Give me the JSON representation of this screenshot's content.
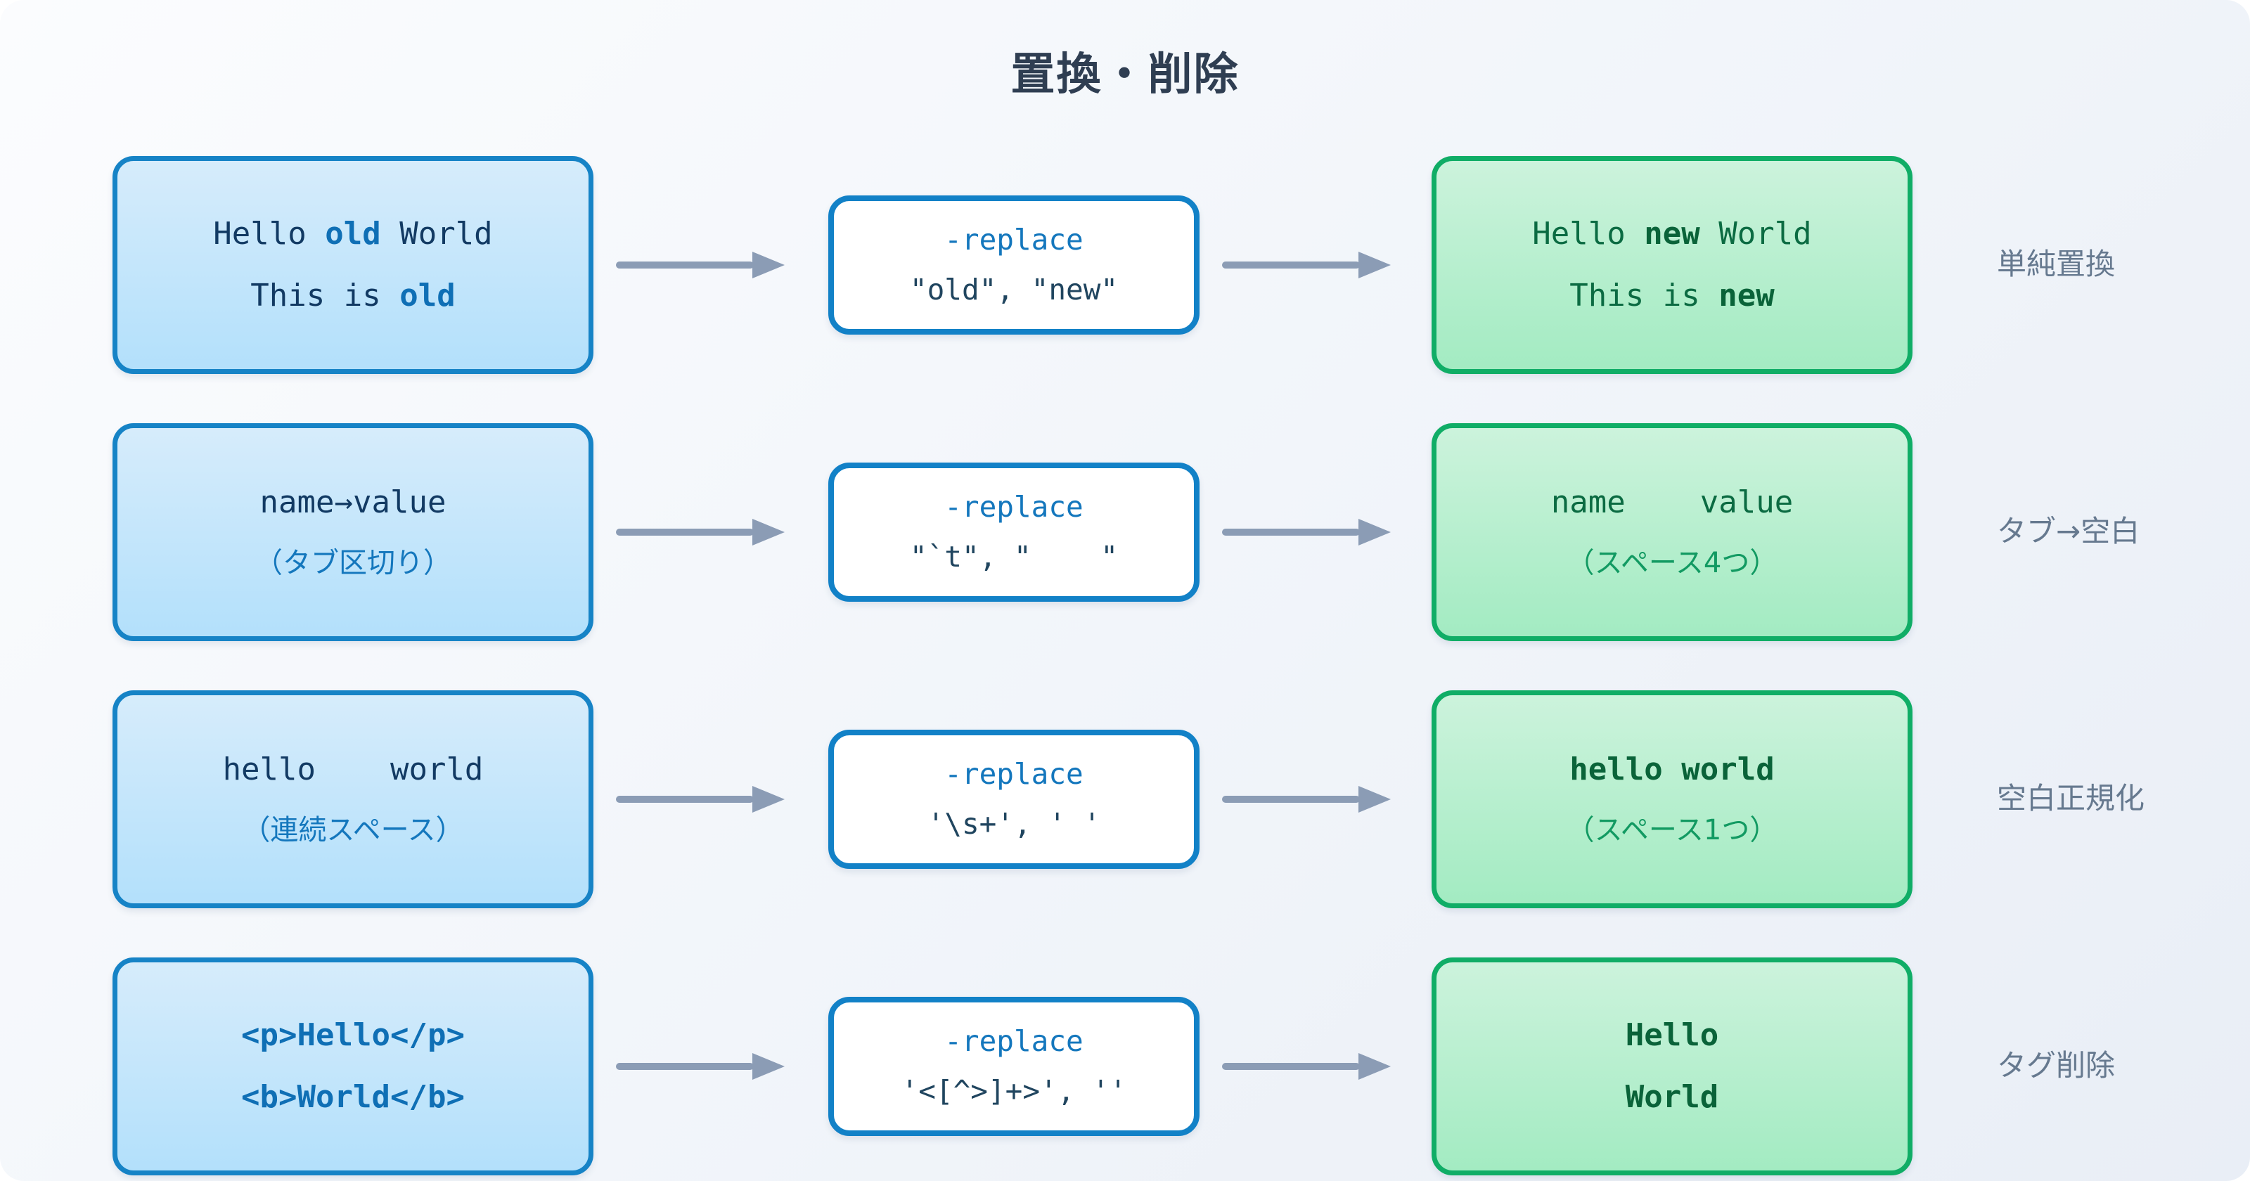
{
  "page": {
    "title": "置換・削除",
    "background_start": "#fbfcfe",
    "background_end": "#e9eef6",
    "title_color": "#2f3e52",
    "accent_input": "#1683c6",
    "accent_output": "#10ad66",
    "accent_op": "#1281c7",
    "arrow_color": "#8b9cb5",
    "side_label_color": "#66798f"
  },
  "rows": [
    {
      "input": {
        "line1_pre": "Hello ",
        "line1_hi": "old",
        "line1_post": " World",
        "line2_pre": "This is ",
        "line2_hi": "old",
        "line2_post": "",
        "mono": true
      },
      "operation": {
        "line1": "-replace",
        "line2": "\"old\", \"new\""
      },
      "output": {
        "line1_pre": "Hello ",
        "line1_hi": "new",
        "line1_post": " World",
        "line2_pre": "This is ",
        "line2_hi": "new",
        "line2_post": "",
        "mono": true
      },
      "label": "単純置換"
    },
    {
      "input": {
        "line1_pre": "",
        "line1_hi": "",
        "line1_post": "name→value",
        "line2_note": "（タブ区切り）",
        "mono": true
      },
      "operation": {
        "line1": "-replace",
        "line2": "\"`t\", \"    \""
      },
      "output": {
        "line1_pre": "",
        "line1_hi": "",
        "line1_post": "name    value",
        "line2_note": "（スペース4つ）",
        "mono": true
      },
      "label": "タブ→空白"
    },
    {
      "input": {
        "line1_pre": "",
        "line1_hi": "",
        "line1_post": "hello    world",
        "line2_note": "（連続スペース）",
        "mono": true
      },
      "operation": {
        "line1": "-replace",
        "line2": "'\\s+', ' '"
      },
      "output": {
        "line1_pre": "",
        "line1_hi": "hello world",
        "line1_post": "",
        "line2_note": "（スペース1つ）",
        "mono": true
      },
      "label": "空白正規化"
    },
    {
      "input": {
        "line1_pre": "",
        "line1_hi": "<p>Hello</p>",
        "line1_post": "",
        "line2_pre": "",
        "line2_hi": "<b>World</b>",
        "line2_post": "",
        "mono": true
      },
      "operation": {
        "line1": "-replace",
        "line2": "'<[^>]+>', ''"
      },
      "output": {
        "line1_pre": "",
        "line1_hi": "Hello",
        "line1_post": "",
        "line2_pre": "",
        "line2_hi": "World",
        "line2_post": "",
        "mono": true
      },
      "label": "タグ削除"
    }
  ]
}
